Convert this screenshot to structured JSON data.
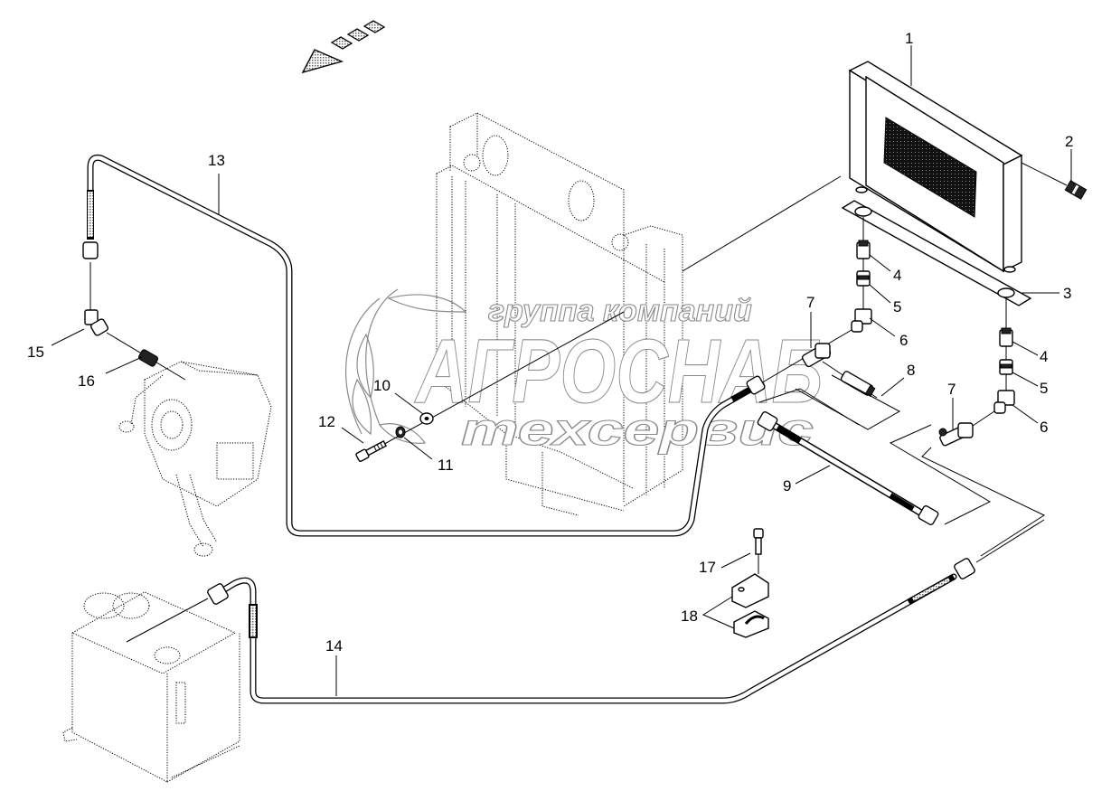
{
  "diagram": {
    "type": "exploded-parts-diagram",
    "subject": "hydraulic oil cooler and lines",
    "direction_arrow": "travel-direction-arrow",
    "watermark": {
      "line1": "группа компаний",
      "line2": "АГРОСНАБ",
      "line3": "техсервис"
    },
    "callouts": [
      {
        "id": "1",
        "label": "1",
        "part": "oil cooler"
      },
      {
        "id": "2",
        "label": "2",
        "part": "sensor / plug"
      },
      {
        "id": "3",
        "label": "3",
        "part": "mounting bracket"
      },
      {
        "id": "4a",
        "label": "4",
        "part": "adapter"
      },
      {
        "id": "5a",
        "label": "5",
        "part": "union"
      },
      {
        "id": "6a",
        "label": "6",
        "part": "elbow"
      },
      {
        "id": "7a",
        "label": "7",
        "part": "tee"
      },
      {
        "id": "8",
        "label": "8",
        "part": "check valve"
      },
      {
        "id": "4b",
        "label": "4",
        "part": "adapter"
      },
      {
        "id": "5b",
        "label": "5",
        "part": "union"
      },
      {
        "id": "6b",
        "label": "6",
        "part": "elbow"
      },
      {
        "id": "7b",
        "label": "7",
        "part": "tee"
      },
      {
        "id": "9",
        "label": "9",
        "part": "hose"
      },
      {
        "id": "10",
        "label": "10",
        "part": "washer"
      },
      {
        "id": "11",
        "label": "11",
        "part": "lock washer"
      },
      {
        "id": "12",
        "label": "12",
        "part": "bolt"
      },
      {
        "id": "13",
        "label": "13",
        "part": "pressure line"
      },
      {
        "id": "14",
        "label": "14",
        "part": "return line"
      },
      {
        "id": "15",
        "label": "15",
        "part": "elbow fitting"
      },
      {
        "id": "16",
        "label": "16",
        "part": "adapter"
      },
      {
        "id": "17",
        "label": "17",
        "part": "cap screw"
      },
      {
        "id": "18",
        "label": "18",
        "part": "clamp halves"
      }
    ]
  }
}
